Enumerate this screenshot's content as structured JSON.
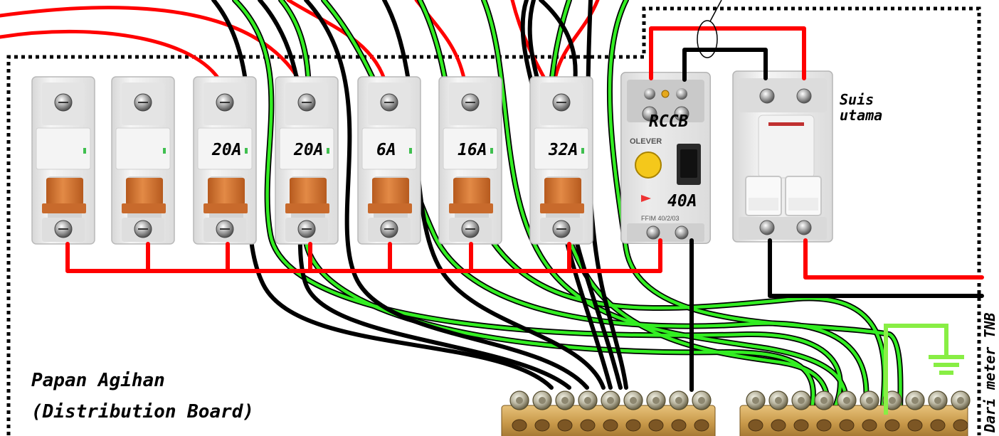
{
  "board": {
    "title_line1": "Papan Agihan",
    "title_line2": "(Distribution Board)"
  },
  "breakers": [
    {
      "id": "mcb-1",
      "rating": ""
    },
    {
      "id": "mcb-2",
      "rating": ""
    },
    {
      "id": "mcb-3",
      "rating": "20A"
    },
    {
      "id": "mcb-4",
      "rating": "20A"
    },
    {
      "id": "mcb-5",
      "rating": "6A"
    },
    {
      "id": "mcb-6",
      "rating": "16A"
    },
    {
      "id": "mcb-7",
      "rating": "32A"
    }
  ],
  "rccb": {
    "label": "RCCB",
    "rating": "40A",
    "brand": "OLEVER",
    "model": "FFIM 40/2/03"
  },
  "main_switch": {
    "label_line1": "Suis",
    "label_line2": "utama"
  },
  "supply": {
    "label": "Dari meter TNB"
  },
  "colors": {
    "live": "#ff0000",
    "neutral": "#000000",
    "earth": "#33ee22",
    "earth_symbol": "#88ee44",
    "busbar": "#c59a45",
    "breaker_body": "#efefef",
    "breaker_toggle": "#d8712c"
  },
  "icons": [
    "earth-symbol-icon",
    "current-clamp-icon"
  ]
}
